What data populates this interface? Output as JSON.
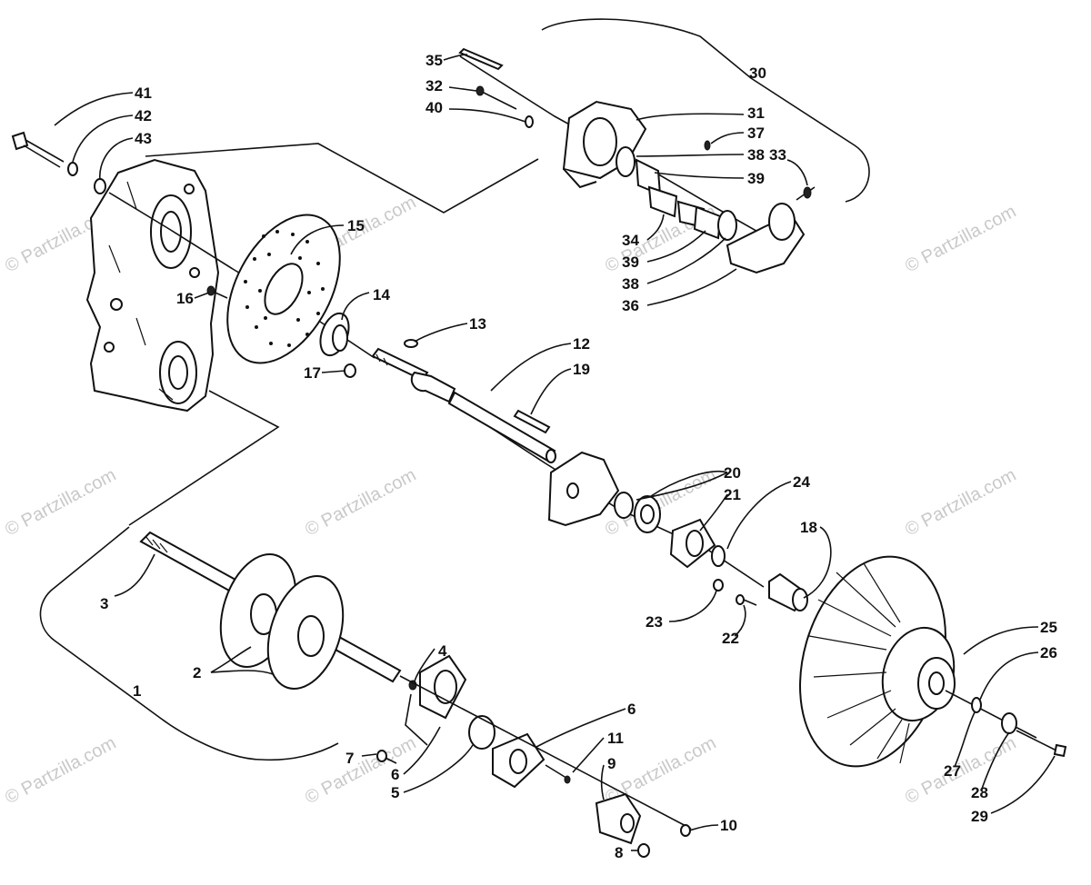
{
  "watermarks": [
    {
      "text": "© Partzilla.com"
    },
    {
      "text": "© Partzilla.com"
    },
    {
      "text": "© Partzilla.com"
    },
    {
      "text": "© Partzilla.com"
    },
    {
      "text": "© Partzilla.com"
    },
    {
      "text": "© Partzilla.com"
    },
    {
      "text": "© Partzilla.com"
    },
    {
      "text": "© Partzilla.com"
    },
    {
      "text": "© Partzilla.com"
    },
    {
      "text": "© Partzilla.com"
    },
    {
      "text": "© Partzilla.com"
    },
    {
      "text": "© Partzilla.com"
    }
  ],
  "callouts": {
    "c1": "1",
    "c2": "2",
    "c3": "3",
    "c4": "4",
    "c5": "5",
    "c6a": "6",
    "c6b": "6",
    "c7": "7",
    "c8": "8",
    "c9": "9",
    "c10": "10",
    "c11": "11",
    "c12": "12",
    "c13": "13",
    "c14": "14",
    "c15": "15",
    "c16": "16",
    "c17": "17",
    "c18": "18",
    "c19": "19",
    "c20": "20",
    "c21": "21",
    "c22": "22",
    "c23": "23",
    "c24": "24",
    "c25": "25",
    "c26": "26",
    "c27": "27",
    "c28": "28",
    "c29": "29",
    "c30": "30",
    "c31": "31",
    "c32": "32",
    "c33": "33",
    "c34": "34",
    "c35": "35",
    "c36": "36",
    "c37": "37",
    "c38a": "38",
    "c38b": "38",
    "c39a": "39",
    "c39b": "39",
    "c40": "40",
    "c41": "41",
    "c42": "42",
    "c43": "43"
  }
}
